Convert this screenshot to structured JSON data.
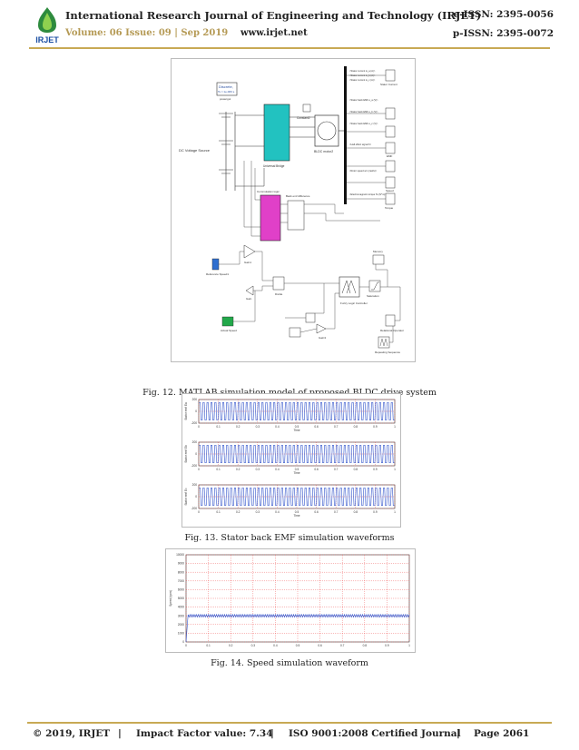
{
  "header": {
    "logo_text": "IRJET",
    "journal_title": "International Research Journal of Engineering and Technology (IRJET)",
    "volume_issue": "Volume: 06 Issue: 09 | Sep 2019",
    "website": "www.irjet.net",
    "e_issn": "e-ISSN: 2395-0056",
    "p_issn": "p-ISSN: 2395-0072"
  },
  "figures": [
    {
      "caption": "Fig.  12. MATLAB simulation model of proposed BLDC drive system",
      "blocks": {
        "discrete": "Discrete,",
        "discrete_ts": "Ts = 1e-006 s.",
        "powergui": "powergui",
        "dc_source": "DC Voltage Source",
        "universal_bridge": "Universal Bridge",
        "bldc": "BLDC motor2",
        "constant": "Constant2",
        "commutation": "Commutation logic",
        "backemf_diff": "Back emf difference",
        "reference_speed": "Reference Speed1",
        "actual_speed": "Actual Speed",
        "fuzzy": "Fuzzy Logic Controller",
        "saturation": "Saturation",
        "gain": "Gain",
        "gain1": "Gain1",
        "gain3": "Gain3",
        "stator_current": "Stator Current",
        "emf": "EMF",
        "speed": "Speed",
        "torque": "Torque",
        "divide": "Divide",
        "memory": "Memory",
        "repeating": "Repeating Sequence",
        "relational": "Relational Operator"
      },
      "signals": [
        "<Stator current is_a (A)>",
        "<Stator current is_b (A)>",
        "<Stator current is_c (A)>",
        "<Stator back EMF e_a (V)>",
        "<Stator back EMF e_b (V)>",
        "<Stator back EMF e_c (V)>",
        "<Hall effect signal h>",
        "<Rotor speed wm (rad/s)>",
        "<Electromagnetic torque Te (N*m)>"
      ]
    },
    {
      "caption": "Fig.  13. Stator back EMF simulation waveforms",
      "xlabel": "Time",
      "ylabels": [
        "Stator emf Ea",
        "Stator emf Eb",
        "Stator emf Ec"
      ]
    },
    {
      "caption": "Fig.  14.  Speed simulation waveform",
      "ylabel": "Speed (rpm)"
    }
  ],
  "chart_data": [
    {
      "type": "line",
      "title": "",
      "xlabel": "Time",
      "ylabel": "Stator emf Ea",
      "xlim": [
        0,
        1
      ],
      "ylim": [
        -200,
        200
      ],
      "x_ticks": [
        "0",
        "0.1",
        "0.2",
        "0.3",
        "0.4",
        "0.5",
        "0.6",
        "0.7",
        "0.8",
        "0.9",
        "1"
      ],
      "y_ticks": [
        "-200",
        "0",
        "200"
      ],
      "cycles": 50,
      "amplitude": 150,
      "color": "#3355cc",
      "grid": true
    },
    {
      "type": "line",
      "title": "",
      "xlabel": "Time",
      "ylabel": "Stator emf Eb",
      "xlim": [
        0,
        1
      ],
      "ylim": [
        -200,
        200
      ],
      "x_ticks": [
        "0",
        "0.1",
        "0.2",
        "0.3",
        "0.4",
        "0.5",
        "0.6",
        "0.7",
        "0.8",
        "0.9",
        "1"
      ],
      "y_ticks": [
        "-200",
        "0",
        "200"
      ],
      "cycles": 50,
      "amplitude": 150,
      "color": "#3355cc",
      "grid": true
    },
    {
      "type": "line",
      "title": "",
      "xlabel": "Time",
      "ylabel": "Stator emf Ec",
      "xlim": [
        0,
        1
      ],
      "ylim": [
        -200,
        200
      ],
      "x_ticks": [
        "0",
        "0.1",
        "0.2",
        "0.3",
        "0.4",
        "0.5",
        "0.6",
        "0.7",
        "0.8",
        "0.9",
        "1"
      ],
      "y_ticks": [
        "-200",
        "0",
        "200"
      ],
      "cycles": 50,
      "amplitude": 150,
      "color": "#3355cc",
      "grid": true
    },
    {
      "type": "line",
      "title": "",
      "xlabel": "",
      "ylabel": "Speed (rpm)",
      "xlim": [
        0,
        1
      ],
      "ylim": [
        0,
        10000
      ],
      "x_ticks": [
        "0",
        "0.1",
        "0.2",
        "0.3",
        "0.4",
        "0.5",
        "0.6",
        "0.7",
        "0.8",
        "0.9",
        "1"
      ],
      "y_ticks": [
        "0",
        "1000",
        "2000",
        "3000",
        "4000",
        "5000",
        "6000",
        "7000",
        "8000",
        "9000",
        "10000"
      ],
      "steady_value": 3000,
      "ripple": 150,
      "color": "#3355cc",
      "grid": true
    }
  ],
  "footer": {
    "copyright": "© 2019, IRJET",
    "sep1": "|",
    "impact": "Impact Factor value: 7.34",
    "sep2": "|",
    "iso": "ISO 9001:2008 Certified Journal",
    "sep3": "|",
    "page": "Page 2061"
  }
}
